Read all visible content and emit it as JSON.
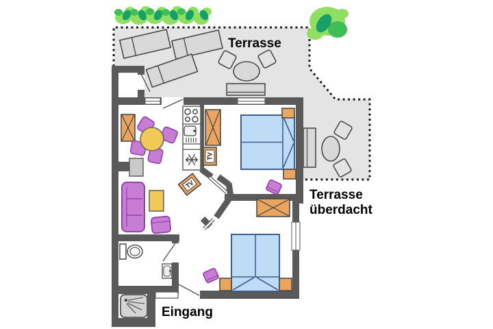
{
  "type": "floor-plan",
  "labels": {
    "terrace": "Terrasse",
    "terrace_covered_line1": "Terrasse",
    "terrace_covered_line2": "überdacht",
    "entrance": "Eingang",
    "tv": "TV"
  },
  "colors": {
    "wall": "#5a5a5a",
    "terrace_floor": "#e4e4e4",
    "outline": "#4a4a4a",
    "terrace_furniture": "#d9d9d9",
    "bed_fill": "#bedcf5",
    "bed_outline": "#3f5e8e",
    "wood": "#eaa55e",
    "upholstery_purple": "#c77dd4",
    "purple_outline": "#9440ab",
    "table_yellow": "#f2c957",
    "plant_light": "#8fdf63",
    "plant_mid": "#3fbe55",
    "plant_dark": "#18a066"
  },
  "symbols": [
    "sun-lounger",
    "terrace-table",
    "terrace-chair",
    "garden-bench",
    "hedge",
    "bush",
    "storage-room",
    "kitchen-stove",
    "kitchen-sink",
    "freezer",
    "dining-table",
    "dining-chair",
    "sofa",
    "coffee-table",
    "armchair",
    "tv-stand",
    "wardrobe",
    "double-bed",
    "nightstand",
    "stool",
    "toilet",
    "hand-basin",
    "shower",
    "window",
    "door-swing"
  ]
}
